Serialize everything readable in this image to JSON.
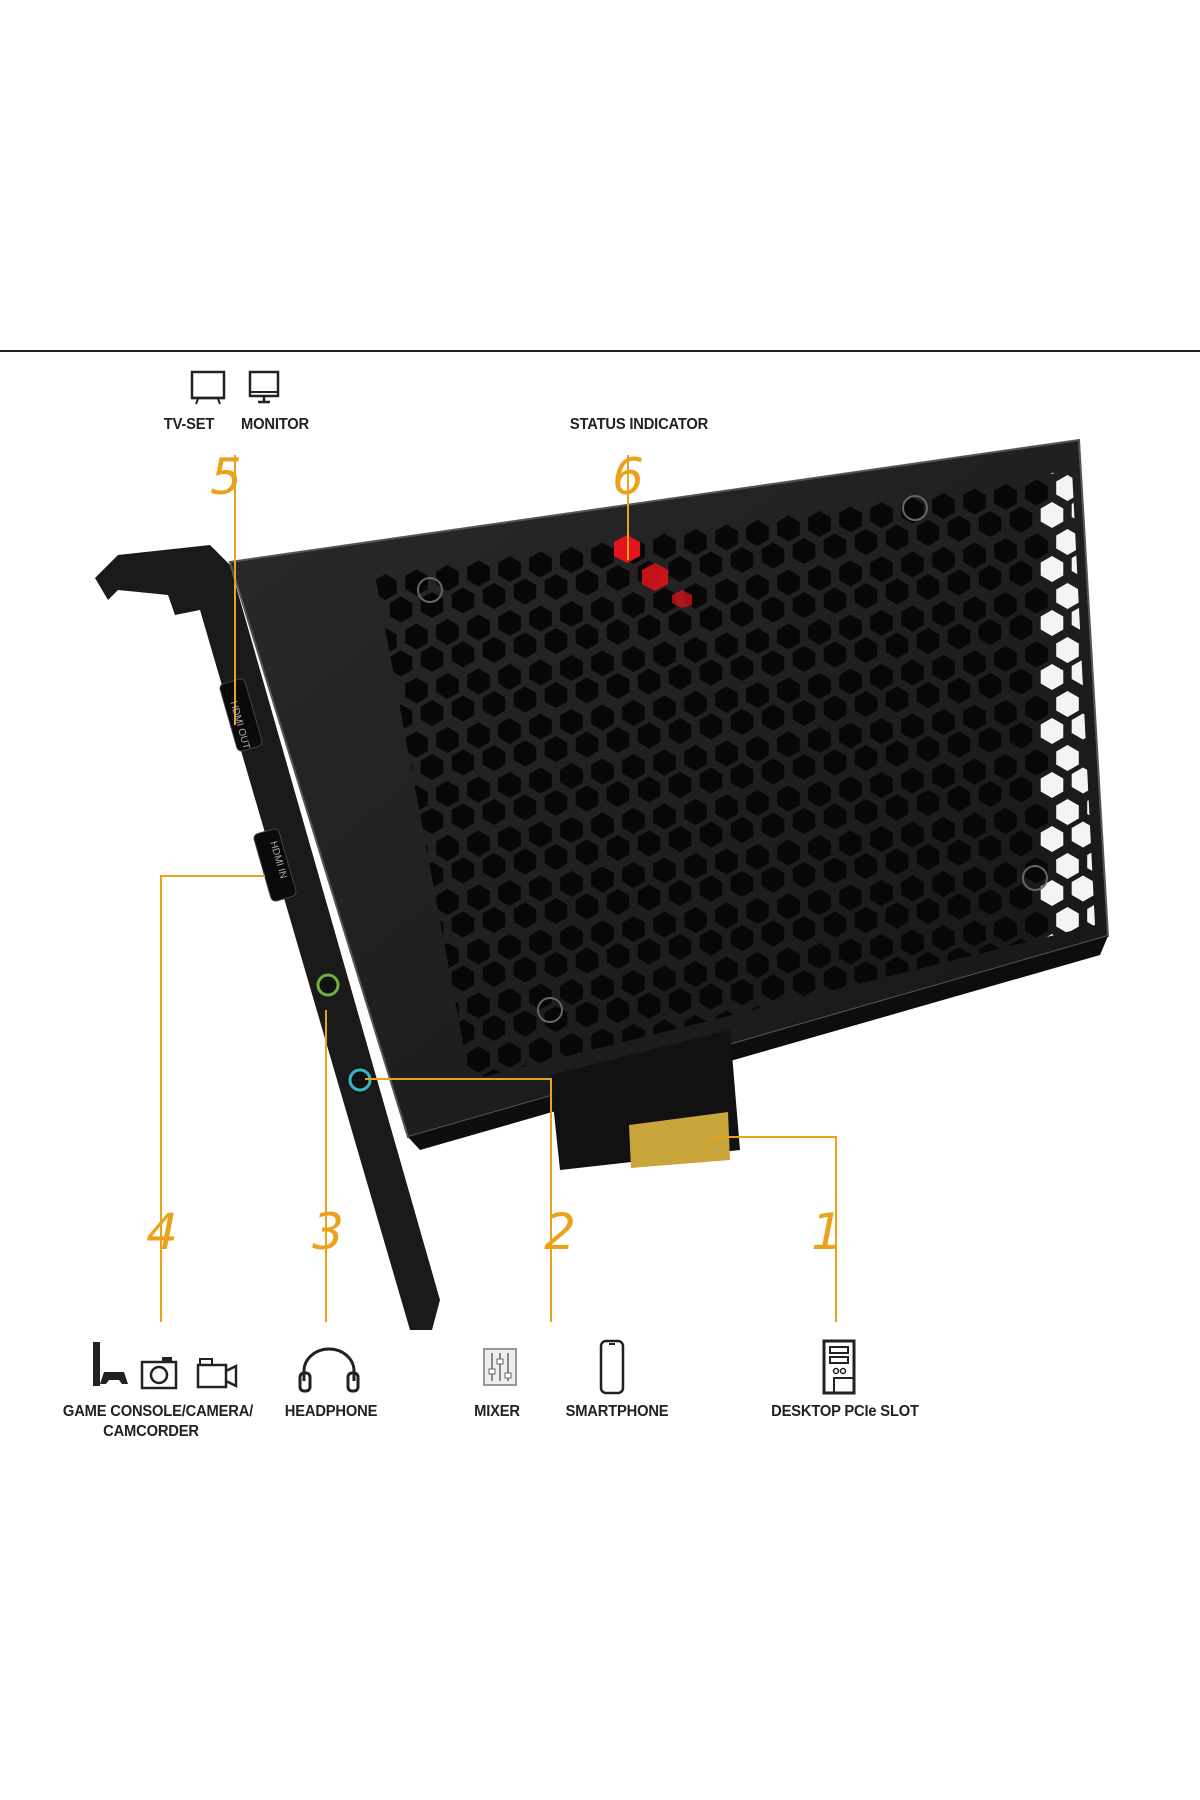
{
  "top_labels": {
    "tv_set": "TV-SET",
    "monitor": "MONITOR",
    "status_indicator": "STATUS INDICATOR"
  },
  "callout_numbers": [
    "1",
    "2",
    "3",
    "4",
    "5",
    "6"
  ],
  "bottom_labels": {
    "game_console": "GAME CONSOLE/CAMERA/",
    "camcorder": "CAMCORDER",
    "headphone": "HEADPHONE",
    "mixer": "MIXER",
    "smartphone": "SMARTPHONE",
    "desktop_slot": "DESKTOP PCIe SLOT"
  },
  "port_labels": {
    "hdmi_out": "HDMI OUT",
    "hdmi_in": "HDMI IN"
  },
  "colors": {
    "callout": "#eaa21a",
    "card": "#1c1c1e",
    "status_led": "#e3141b",
    "gold": "#c9a53a"
  }
}
